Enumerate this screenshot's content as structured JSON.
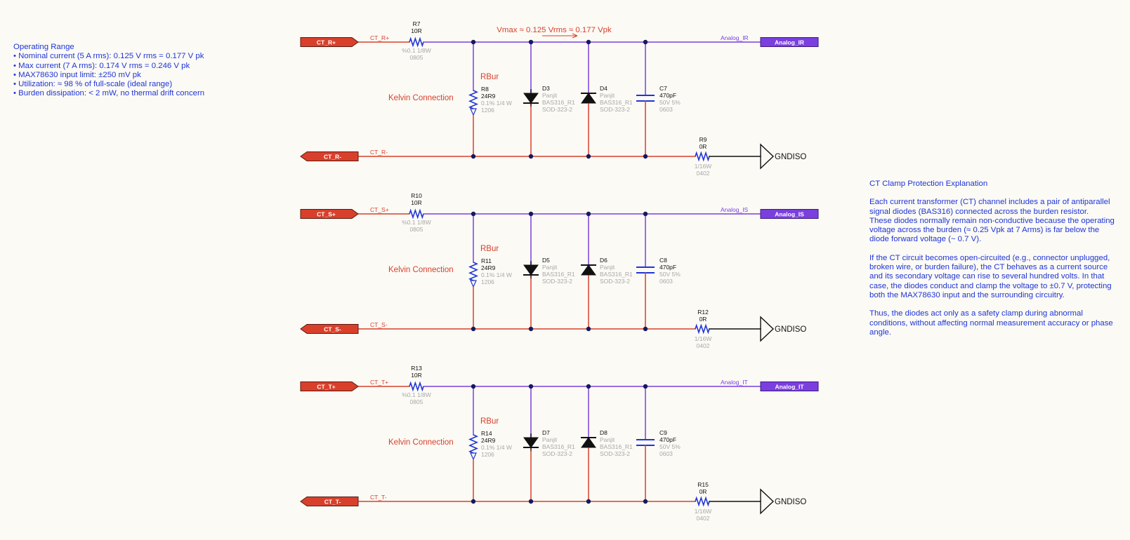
{
  "operating_range": {
    "title": "Operating Range",
    "bullets": [
      "• Nominal current (5 A rms): 0.125 V rms = 0.177 V pk",
      "• Max current (7 A rms): 0.174 V rms = 0.246 V pk",
      "• MAX78630 input limit: ±250 mV pk",
      "• Utilization: ≈ 98 % of full-scale (ideal range)",
      "• Burden dissipation: < 2 mW, no thermal drift concern"
    ]
  },
  "protection": {
    "title": "CT Clamp Protection Explanation",
    "paragraphs": [
      [
        "Each current transformer (CT) channel includes a pair of antiparallel",
        "signal diodes (BAS316) connected across the burden resistor.",
        "These diodes normally remain non-conductive because the operating",
        "voltage across the burden (≈ 0.25 Vpk at 7 Arms) is far below the",
        "diode forward voltage (~ 0.7 V)."
      ],
      [
        "If the CT circuit becomes open-circuited (e.g., connector unplugged,",
        "broken wire, or burden failure), the CT behaves as a current source",
        "and its secondary voltage can rise to several hundred volts. In that",
        "case, the diodes conduct and clamp the voltage to ±0.7 V, protecting",
        "both the MAX78630 input and the surrounding circuitry."
      ],
      [
        "Thus, the diodes act only as a safety clamp during abnormal",
        "conditions, without affecting normal measurement accuracy or phase",
        "angle."
      ]
    ]
  },
  "vmax_annotation": "Vmax ≈ 0.125 Vrms ≈ 0.177 Vpk",
  "rbur_label": "RBur",
  "kelvin_label": "Kelvin Connection",
  "gnd_label": "GNDISO",
  "colors": {
    "signal_net": "#7b3fe0",
    "return_net": "#d9402b",
    "component": "#1f35d6",
    "port_input": "#d9402b",
    "port_output": "#7b3fe0",
    "annotation": "#d9402b",
    "junction": "#141a5e",
    "dim_text": "#a8a8a8"
  },
  "channels": [
    {
      "pos_port": "CT_R+",
      "pos_net": "CT_R+",
      "neg_port": "CT_R-",
      "neg_net": "CT_R-",
      "out_net": "Analog_IR",
      "out_port": "Analog_IR",
      "series_r": {
        "ref": "R7",
        "value": "10R",
        "spec": "%0.1  1/8W",
        "package": "0805"
      },
      "burden_r": {
        "ref": "R8",
        "value": "24R9",
        "spec": "0.1%  1/4 W",
        "package": "1206"
      },
      "diode_a": {
        "ref": "D3",
        "mfr": "Panjit",
        "part": "BAS316_R1",
        "package": "SOD-323-2"
      },
      "diode_b": {
        "ref": "D4",
        "mfr": "Panjit",
        "part": "BAS316_R1",
        "package": "SOD-323-2"
      },
      "cap": {
        "ref": "C7",
        "value": "470pF",
        "spec": "50V 5%",
        "package": "0603"
      },
      "gnd_r": {
        "ref": "R9",
        "value": "0R",
        "spec": "1/16W",
        "package": "0402"
      }
    },
    {
      "pos_port": "CT_S+",
      "pos_net": "CT_S+",
      "neg_port": "CT_S-",
      "neg_net": "CT_S-",
      "out_net": "Analog_IS",
      "out_port": "Analog_IS",
      "series_r": {
        "ref": "R10",
        "value": "10R",
        "spec": "%0.1  1/8W",
        "package": "0805"
      },
      "burden_r": {
        "ref": "R11",
        "value": "24R9",
        "spec": "0.1%  1/4 W",
        "package": "1206"
      },
      "diode_a": {
        "ref": "D5",
        "mfr": "Panjit",
        "part": "BAS316_R1",
        "package": "SOD-323-2"
      },
      "diode_b": {
        "ref": "D6",
        "mfr": "Panjit",
        "part": "BAS316_R1",
        "package": "SOD-323-2"
      },
      "cap": {
        "ref": "C8",
        "value": "470pF",
        "spec": "50V 5%",
        "package": "0603"
      },
      "gnd_r": {
        "ref": "R12",
        "value": "0R",
        "spec": "1/16W",
        "package": "0402"
      }
    },
    {
      "pos_port": "CT_T+",
      "pos_net": "CT_T+",
      "neg_port": "CT_T-",
      "neg_net": "CT_T-",
      "out_net": "Analog_IT",
      "out_port": "Analog_IT",
      "series_r": {
        "ref": "R13",
        "value": "10R",
        "spec": "%0.1  1/8W",
        "package": "0805"
      },
      "burden_r": {
        "ref": "R14",
        "value": "24R9",
        "spec": "0.1%  1/4 W",
        "package": "1206"
      },
      "diode_a": {
        "ref": "D7",
        "mfr": "Panjit",
        "part": "BAS316_R1",
        "package": "SOD-323-2"
      },
      "diode_b": {
        "ref": "D8",
        "mfr": "Panjit",
        "part": "BAS316_R1",
        "package": "SOD-323-2"
      },
      "cap": {
        "ref": "C9",
        "value": "470pF",
        "spec": "50V 5%",
        "package": "0603"
      },
      "gnd_r": {
        "ref": "R15",
        "value": "0R",
        "spec": "1/16W",
        "package": "0402"
      }
    }
  ]
}
